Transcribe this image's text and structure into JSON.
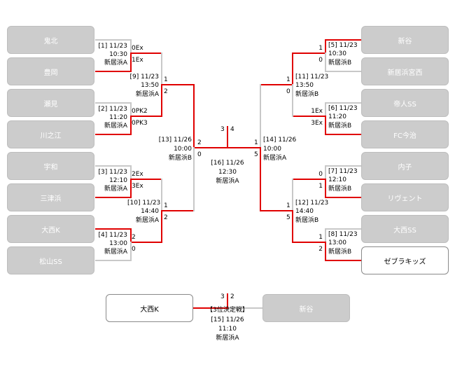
{
  "teams": {
    "t1": "鬼北",
    "t2": "豊岡",
    "t3": "瀬見",
    "t4": "川之江",
    "t5": "宇和",
    "t6": "三津浜",
    "t7": "大西K",
    "t8": "松山SS",
    "t9": "新谷",
    "t10": "新居浜宮西",
    "t11": "帝人SS",
    "t12": "FC今治",
    "t13": "内子",
    "t14": "リヴェント",
    "t15": "大西SS",
    "t16": "ゼブラキッズ",
    "third_left": "大西K",
    "third_right": "新谷"
  },
  "matches": {
    "m1": {
      "info": "[1] 11/23",
      "time": "10:30",
      "venue": "新居浜A",
      "s_top": "0Ex",
      "s_bot": "1Ex"
    },
    "m2": {
      "info": "[2] 11/23",
      "time": "11:20",
      "venue": "新居浜A",
      "s_top": "0PK2",
      "s_bot": "0PK3"
    },
    "m3": {
      "info": "[3] 11/23",
      "time": "12:10",
      "venue": "新居浜A",
      "s_top": "2Ex",
      "s_bot": "3Ex"
    },
    "m4": {
      "info": "[4] 11/23",
      "time": "13:00",
      "venue": "新居浜A",
      "s_top": "2",
      "s_bot": "0"
    },
    "m5": {
      "info": "[5] 11/23",
      "time": "10:30",
      "venue": "新居浜B",
      "s_top": "1",
      "s_bot": "0"
    },
    "m6": {
      "info": "[6] 11/23",
      "time": "11:20",
      "venue": "新居浜B",
      "s_top": "1Ex",
      "s_bot": "3Ex"
    },
    "m7": {
      "info": "[7] 11/23",
      "time": "12:10",
      "venue": "新居浜B",
      "s_top": "0",
      "s_bot": "1"
    },
    "m8": {
      "info": "[8] 11/23",
      "time": "13:00",
      "venue": "新居浜B",
      "s_top": "1",
      "s_bot": "2"
    },
    "m9": {
      "info": "[9] 11/23",
      "time": "13:50",
      "venue": "新居浜A",
      "s_top": "1",
      "s_bot": "2"
    },
    "m10": {
      "info": "[10] 11/23",
      "time": "14:40",
      "venue": "新居浜A",
      "s_top": "1",
      "s_bot": "2"
    },
    "m11": {
      "info": "[11] 11/23",
      "time": "13:50",
      "venue": "新居浜B",
      "s_top": "1",
      "s_bot": "0"
    },
    "m12": {
      "info": "[12] 11/23",
      "time": "14:40",
      "venue": "新居浜B",
      "s_top": "1",
      "s_bot": "5"
    },
    "m13": {
      "info": "[13] 11/26",
      "time": "10:00",
      "venue": "新居浜B",
      "s_top": "2",
      "s_bot": "0"
    },
    "m14": {
      "info": "[14] 11/26",
      "time": "10:00",
      "venue": "新居浜A",
      "s_top": "1",
      "s_bot": "5"
    },
    "m16": {
      "info": "[16] 11/26",
      "time": "12:30",
      "venue": "新居浜A",
      "s_left": "3",
      "s_right": "4"
    },
    "m15": {
      "title": "【3位決定戦】",
      "info": "[15] 11/26",
      "time": "11:10",
      "venue": "新居浜A",
      "s_left": "3",
      "s_right": "2"
    }
  },
  "colors": {
    "win_line": "#e00000",
    "loss_line": "#c8c8c8",
    "team_bg": "#cccccc",
    "winner_bg": "#ffffff"
  }
}
